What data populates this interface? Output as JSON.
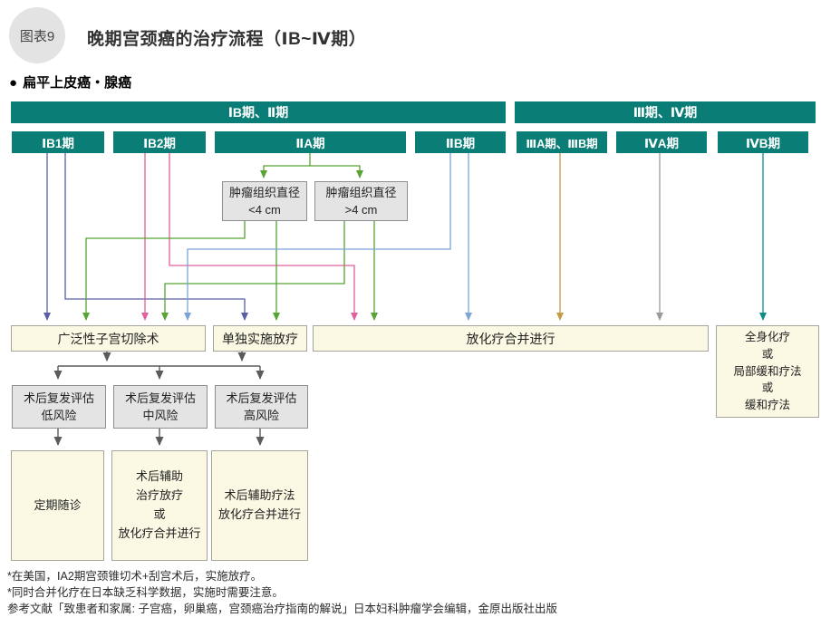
{
  "figure": {
    "badge": "图表9",
    "title": "晚期宫颈癌的治疗流程（ⅠB~Ⅳ期）",
    "section_bullet": "●",
    "section_title": "扁平上皮癌・腺癌"
  },
  "group_bars": [
    {
      "label": "ⅠB期、Ⅱ期"
    },
    {
      "label": "Ⅲ期、Ⅳ期"
    }
  ],
  "stages": [
    {
      "label": "ⅠB1期"
    },
    {
      "label": "ⅠB2期"
    },
    {
      "label": "ⅡA期"
    },
    {
      "label": "ⅡB期"
    },
    {
      "label": "ⅢA期、ⅢB期"
    },
    {
      "label": "ⅣA期"
    },
    {
      "label": "ⅣB期"
    }
  ],
  "criteria": [
    {
      "line1": "肿瘤组织直径",
      "line2": "<4 cm"
    },
    {
      "line1": "肿瘤组织直径",
      "line2": ">4 cm"
    }
  ],
  "treatments": {
    "surgery": "广泛性子宫切除术",
    "radiation": "单独实施放疗",
    "chemoradiation": "放化疗合并进行",
    "systemic": [
      "全身化疗",
      "或",
      "局部缓和疗法",
      "或",
      "缓和疗法"
    ]
  },
  "risk": [
    {
      "line1": "术后复发评估",
      "line2": "低风险"
    },
    {
      "line1": "术后复发评估",
      "line2": "中风险"
    },
    {
      "line1": "术后复发评估",
      "line2": "高风险"
    }
  ],
  "followup": {
    "low": "定期随诊",
    "mid": [
      "术后辅助",
      "治疗放疗",
      "或",
      "放化疗合并进行"
    ],
    "high": [
      "术后辅助疗法",
      "放化疗合并进行"
    ]
  },
  "footnotes": [
    "*在美国，ⅠA2期宫颈锥切术+刮宫术后，实施放疗。",
    "*同时合并化疗在日本缺乏科学数据，实施时需要注意。",
    "参考文献「致患者和家属: 子宫癌，卵巢癌，宫颈癌治疗指南的解说」日本妇科肿瘤学会编辑，金原出版社出版"
  ],
  "colors": {
    "teal_bar": "#0a7e76",
    "box_cream": "#fbf8e3",
    "box_gray": "#e4e4e4",
    "arrow_indigo": "#575fa7",
    "arrow_pink": "#e0609f",
    "arrow_green": "#56a433",
    "arrow_lightblue": "#7ca4d8",
    "arrow_olive": "#c39c43",
    "arrow_gray": "#9a9a9a",
    "arrow_teal": "#0d8d85",
    "arrow_dark": "#5b5b5b"
  }
}
